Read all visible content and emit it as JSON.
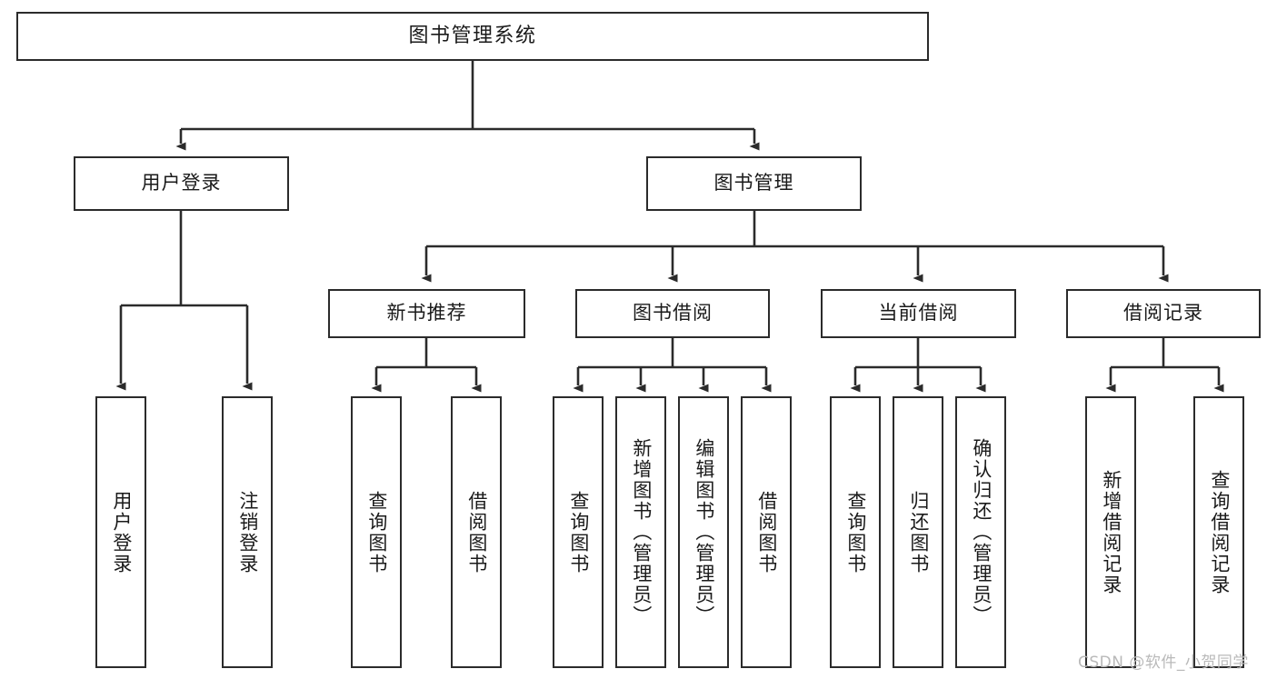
{
  "diagram": {
    "title": "图书管理系统",
    "type": "功能结构图",
    "root": {
      "id": "root",
      "label": "图书管理系统"
    },
    "level2": [
      {
        "id": "user-login",
        "label": "用户登录"
      },
      {
        "id": "book-manage",
        "label": "图书管理"
      }
    ],
    "level3": [
      {
        "id": "new-book-recommend",
        "label": "新书推荐",
        "parent": "book-manage"
      },
      {
        "id": "book-borrow",
        "label": "图书借阅",
        "parent": "book-manage"
      },
      {
        "id": "current-borrow",
        "label": "当前借阅",
        "parent": "book-manage"
      },
      {
        "id": "borrow-record",
        "label": "借阅记录",
        "parent": "book-manage"
      }
    ],
    "leaves": {
      "user_login": [
        {
          "id": "leaf-user-login",
          "label": "用户登录"
        },
        {
          "id": "leaf-user-logout",
          "label": "注销登录"
        }
      ],
      "new_book_recommend": [
        {
          "id": "leaf-query-book-1",
          "label": "查询图书"
        },
        {
          "id": "leaf-borrow-book-1",
          "label": "借阅图书"
        }
      ],
      "book_borrow": [
        {
          "id": "leaf-query-book-2",
          "label": "查询图书"
        },
        {
          "id": "leaf-add-book",
          "label": "新增图书（管理员）"
        },
        {
          "id": "leaf-edit-book",
          "label": "编辑图书（管理员）"
        },
        {
          "id": "leaf-borrow-book-2",
          "label": "借阅图书"
        }
      ],
      "current_borrow": [
        {
          "id": "leaf-query-book-3",
          "label": "查询图书"
        },
        {
          "id": "leaf-return-book",
          "label": "归还图书"
        },
        {
          "id": "leaf-confirm-return",
          "label": "确认归还（管理员）"
        }
      ],
      "borrow_record": [
        {
          "id": "leaf-add-record",
          "label": "新增借阅记录"
        },
        {
          "id": "leaf-query-record",
          "label": "查询借阅记录"
        }
      ]
    },
    "watermark": "CSDN @软件_小贺同学",
    "colors": {
      "stroke": "#2b2b2b",
      "fill": "#ffffff",
      "text": "#1a1a1a",
      "watermark": "#b9b9b9"
    }
  }
}
